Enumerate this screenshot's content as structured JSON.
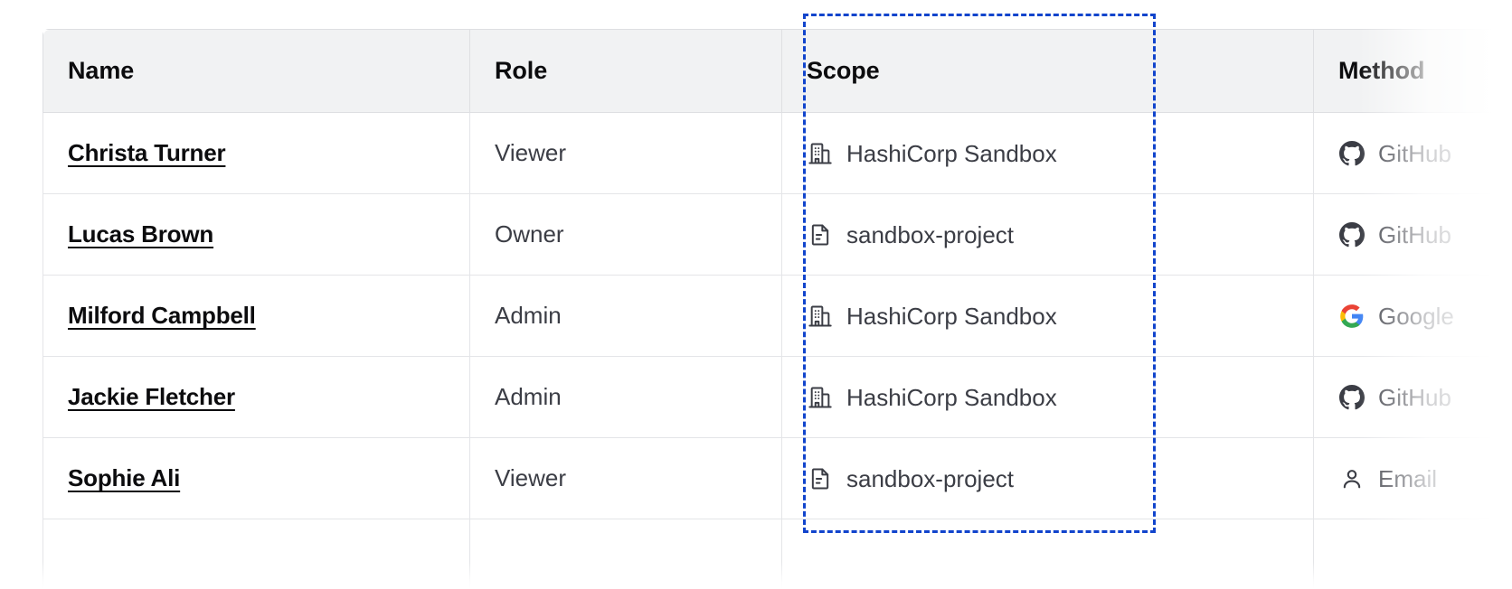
{
  "table": {
    "columns": [
      {
        "key": "name",
        "label": "Name"
      },
      {
        "key": "role",
        "label": "Role"
      },
      {
        "key": "scope",
        "label": "Scope"
      },
      {
        "key": "method",
        "label": "Method"
      }
    ],
    "rows": [
      {
        "name": "Christa Turner",
        "role": "Viewer",
        "scope": "HashiCorp Sandbox",
        "scope_icon": "org-building-icon",
        "method": "GitHub",
        "method_icon": "github-icon"
      },
      {
        "name": "Lucas Brown",
        "role": "Owner",
        "scope": "sandbox-project",
        "scope_icon": "project-document-icon",
        "method": "GitHub",
        "method_icon": "github-icon"
      },
      {
        "name": "Milford Campbell",
        "role": "Admin",
        "scope": "HashiCorp Sandbox",
        "scope_icon": "org-building-icon",
        "method": "Google",
        "method_icon": "google-icon"
      },
      {
        "name": "Jackie Fletcher",
        "role": "Admin",
        "scope": "HashiCorp Sandbox",
        "scope_icon": "org-building-icon",
        "method": "GitHub",
        "method_icon": "github-icon"
      },
      {
        "name": "Sophie Ali",
        "role": "Viewer",
        "scope": "sandbox-project",
        "scope_icon": "project-document-icon",
        "method": "Email",
        "method_icon": "user-person-icon"
      },
      {
        "name": "",
        "role": "",
        "scope": "",
        "scope_icon": "",
        "method": "",
        "method_icon": ""
      }
    ]
  },
  "annotation": {
    "highlight_column": "Scope",
    "highlight_color": "#1144cc",
    "style": "dashed-rectangle"
  },
  "colors": {
    "header_bg": "#f1f2f3",
    "header_text": "#0c0c0e",
    "body_text": "#3b3d45",
    "link_text": "#0c0c0e",
    "border": "#e4e5e8",
    "page_bg": "#ffffff",
    "google_blue": "#4285f4",
    "google_red": "#ea4335",
    "google_yellow": "#fbbc05",
    "google_green": "#34a853",
    "github_dark": "#3b3d45"
  }
}
